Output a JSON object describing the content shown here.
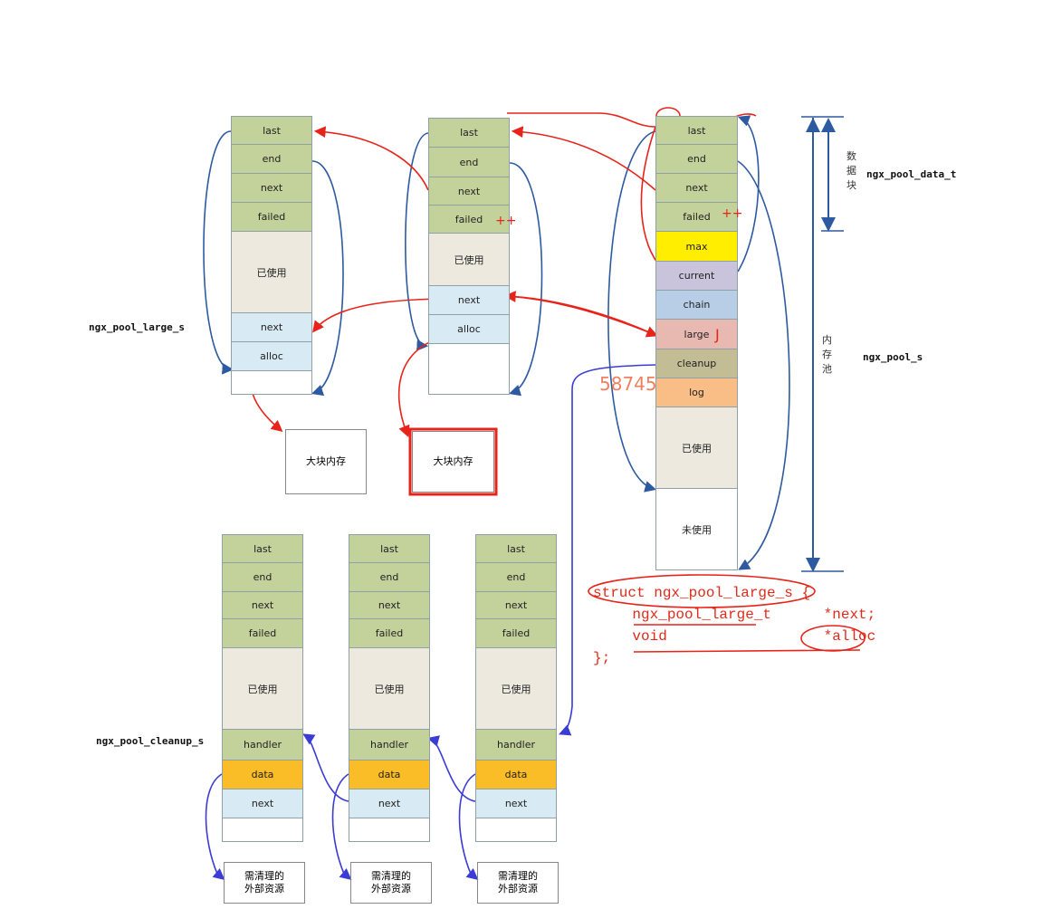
{
  "colors": {
    "header": "#c3d29b",
    "used": "#ede9df",
    "link": "#d8eaf4",
    "empty": "#ffffff",
    "max": "#ffee00",
    "current": "#c9c3dc",
    "chain": "#b8cee6",
    "large": "#e8b9b0",
    "cleanup": "#c2bd95",
    "log": "#f9bd86",
    "data": "#fbbd27",
    "annotation": "#e8231a",
    "pointer": "#2d5aa0"
  },
  "columns": [
    {
      "id": "large-block-1",
      "cells": [
        {
          "t": "last",
          "c": "header",
          "h": 32
        },
        {
          "t": "end",
          "c": "header",
          "h": 32
        },
        {
          "t": "next",
          "c": "header",
          "h": 32
        },
        {
          "t": "failed",
          "c": "header",
          "h": 32
        },
        {
          "t": "已使用",
          "c": "used",
          "h": 90
        },
        {
          "t": "next",
          "c": "link",
          "h": 32
        },
        {
          "t": "alloc",
          "c": "link",
          "h": 32
        },
        {
          "t": "",
          "c": "empty",
          "h": 26
        }
      ]
    },
    {
      "id": "large-block-2",
      "cells": [
        {
          "t": "last",
          "c": "header",
          "h": 33
        },
        {
          "t": "end",
          "c": "header",
          "h": 33
        },
        {
          "t": "next",
          "c": "header",
          "h": 31
        },
        {
          "t": "failed",
          "c": "header",
          "h": 31
        },
        {
          "t": "已使用",
          "c": "used",
          "h": 58
        },
        {
          "t": "next",
          "c": "link",
          "h": 32
        },
        {
          "t": "alloc",
          "c": "link",
          "h": 32
        },
        {
          "t": "",
          "c": "empty",
          "h": 56
        }
      ]
    },
    {
      "id": "pool-main",
      "cells": [
        {
          "t": "last",
          "c": "header",
          "h": 32
        },
        {
          "t": "end",
          "c": "header",
          "h": 32
        },
        {
          "t": "next",
          "c": "header",
          "h": 32
        },
        {
          "t": "failed",
          "c": "header",
          "h": 32
        },
        {
          "t": "max",
          "c": "max",
          "h": 33
        },
        {
          "t": "current",
          "c": "current",
          "h": 32
        },
        {
          "t": "chain",
          "c": "chain",
          "h": 32
        },
        {
          "t": "large",
          "c": "large",
          "h": 33
        },
        {
          "t": "cleanup",
          "c": "cleanup",
          "h": 32
        },
        {
          "t": "log",
          "c": "log",
          "h": 32
        },
        {
          "t": "已使用",
          "c": "used",
          "h": 90
        },
        {
          "t": "未使用",
          "c": "empty",
          "h": 90
        }
      ]
    },
    {
      "id": "cleanup-block-1",
      "cells": [
        {
          "t": "last",
          "c": "header",
          "h": 32
        },
        {
          "t": "end",
          "c": "header",
          "h": 32
        },
        {
          "t": "next",
          "c": "header",
          "h": 30
        },
        {
          "t": "failed",
          "c": "header",
          "h": 32
        },
        {
          "t": "已使用",
          "c": "used",
          "h": 90
        },
        {
          "t": "handler",
          "c": "header",
          "h": 34
        },
        {
          "t": "data",
          "c": "data",
          "h": 32
        },
        {
          "t": "next",
          "c": "link",
          "h": 32
        },
        {
          "t": "",
          "c": "empty",
          "h": 26
        }
      ]
    },
    {
      "id": "cleanup-block-2",
      "cells": [
        {
          "t": "last",
          "c": "header",
          "h": 32
        },
        {
          "t": "end",
          "c": "header",
          "h": 32
        },
        {
          "t": "next",
          "c": "header",
          "h": 30
        },
        {
          "t": "failed",
          "c": "header",
          "h": 32
        },
        {
          "t": "已使用",
          "c": "used",
          "h": 90
        },
        {
          "t": "handler",
          "c": "header",
          "h": 34
        },
        {
          "t": "data",
          "c": "data",
          "h": 32
        },
        {
          "t": "next",
          "c": "link",
          "h": 32
        },
        {
          "t": "",
          "c": "empty",
          "h": 26
        }
      ]
    },
    {
      "id": "cleanup-block-3",
      "cells": [
        {
          "t": "last",
          "c": "header",
          "h": 32
        },
        {
          "t": "end",
          "c": "header",
          "h": 32
        },
        {
          "t": "next",
          "c": "header",
          "h": 30
        },
        {
          "t": "failed",
          "c": "header",
          "h": 32
        },
        {
          "t": "已使用",
          "c": "used",
          "h": 90
        },
        {
          "t": "handler",
          "c": "header",
          "h": 34
        },
        {
          "t": "data",
          "c": "data",
          "h": 32
        },
        {
          "t": "next",
          "c": "link",
          "h": 32
        },
        {
          "t": "",
          "c": "empty",
          "h": 26
        }
      ]
    }
  ],
  "boxes": {
    "big_memory": "大块内存",
    "external_resource": "需清理的\n外部资源"
  },
  "labels": {
    "large_s": "ngx_pool_large_s",
    "cleanup_s": "ngx_pool_cleanup_s",
    "data_t": "ngx_pool_data_t",
    "pool_s": "ngx_pool_s",
    "data_block": "数据块",
    "memory_pool": "内存池"
  },
  "annotations": {
    "failed_plus": "++",
    "failed_marks": "++",
    "large_mark": "J",
    "watermark": "58745"
  },
  "code": {
    "line1": "struct ngx_pool_large_s {",
    "line2": "    ngx_pool_large_t      *next;",
    "line3": "    void                  *alloc",
    "line4": "};"
  }
}
